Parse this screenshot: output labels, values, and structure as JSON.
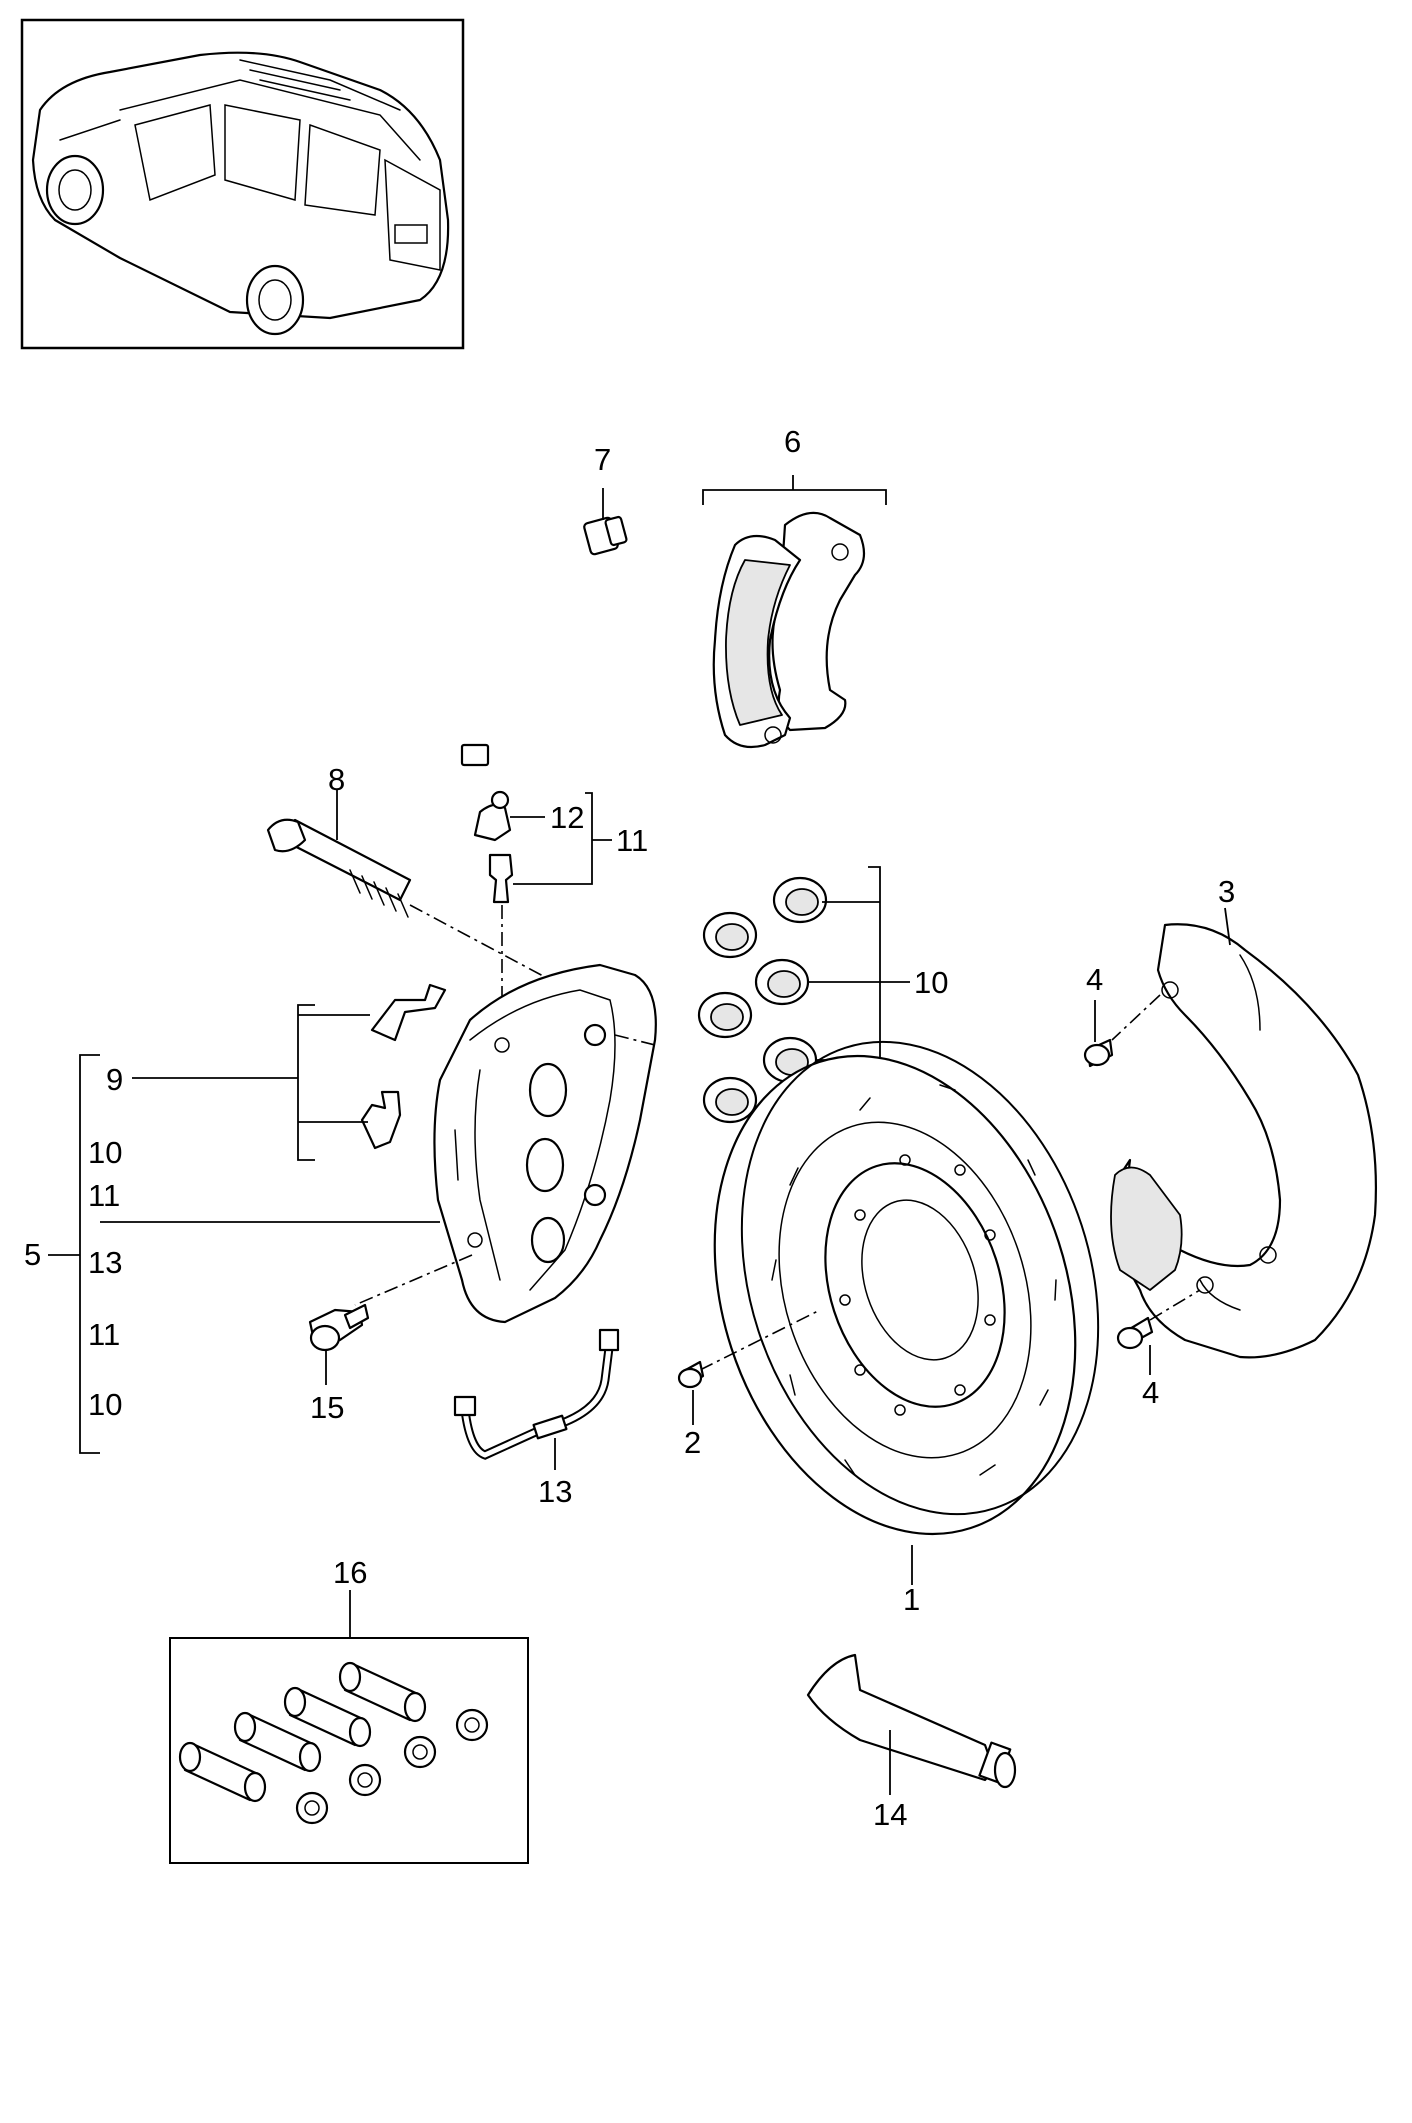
{
  "callouts": {
    "c1": "1",
    "c2": "2",
    "c3": "3",
    "c4a": "4",
    "c4b": "4",
    "c5": "5",
    "c6": "6",
    "c7": "7",
    "c8": "8",
    "c9": "9",
    "c10": "10",
    "c10a": "10",
    "c10b": "10",
    "c11": "11",
    "c11a": "11",
    "c11b": "11",
    "c12": "12",
    "c13": "13",
    "c13a": "13",
    "c14": "14",
    "c15": "15",
    "c16": "16"
  },
  "icons": {
    "thumbnail": "vehicle-thumbnail-icon",
    "disc": "brake-disc-icon",
    "caliper": "brake-caliper-icon",
    "shield": "splash-shield-icon",
    "pads": "brake-pad-icon",
    "sensor": "wear-sensor-icon",
    "paste": "grease-tube-icon",
    "kit": "fastener-kit-icon"
  }
}
